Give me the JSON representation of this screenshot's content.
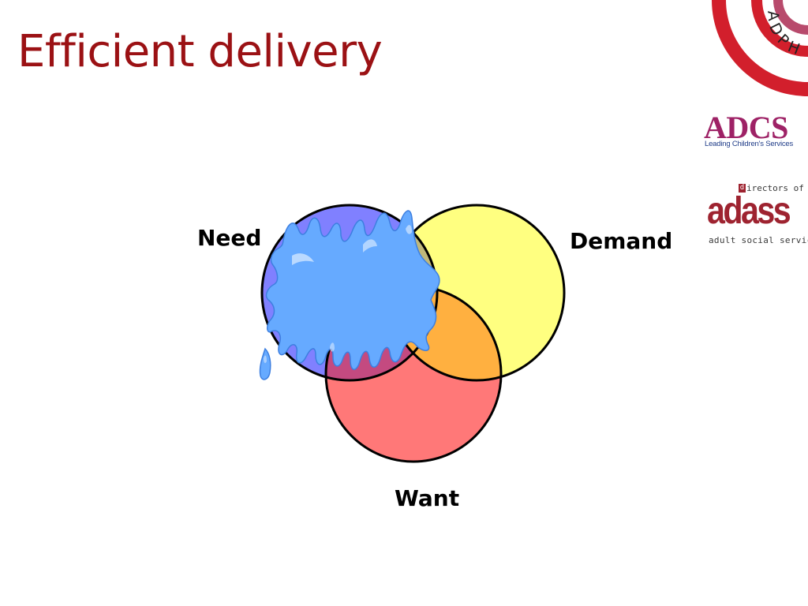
{
  "slide": {
    "title": "Efficient delivery"
  },
  "logos": {
    "adph": {
      "letters": [
        "A",
        "D",
        "P",
        "H"
      ],
      "color": "#d21f2c",
      "accent_color": "#b84a6c"
    },
    "adcs": {
      "name": "ADCS",
      "tagline": "Leading Children's Services",
      "name_color": "#9e2266",
      "tagline_color": "#1f3c88"
    },
    "adass": {
      "top_initial": "d",
      "top_rest": "irectors of",
      "name": "adass",
      "tagline": "adult social services",
      "color": "#9e2330"
    }
  },
  "venn": {
    "labels": {
      "need": "Need",
      "demand": "Demand",
      "want": "Want"
    },
    "colors": {
      "need": "#8080ff",
      "demand": "#ffff80",
      "want": "#ff7878",
      "need_demand": "#c0b87a",
      "need_want": "#c44a80",
      "demand_want": "#ffb040",
      "splash": "#66aaff",
      "splash_edge": "#3d7fe0",
      "outline": "#000000"
    }
  }
}
